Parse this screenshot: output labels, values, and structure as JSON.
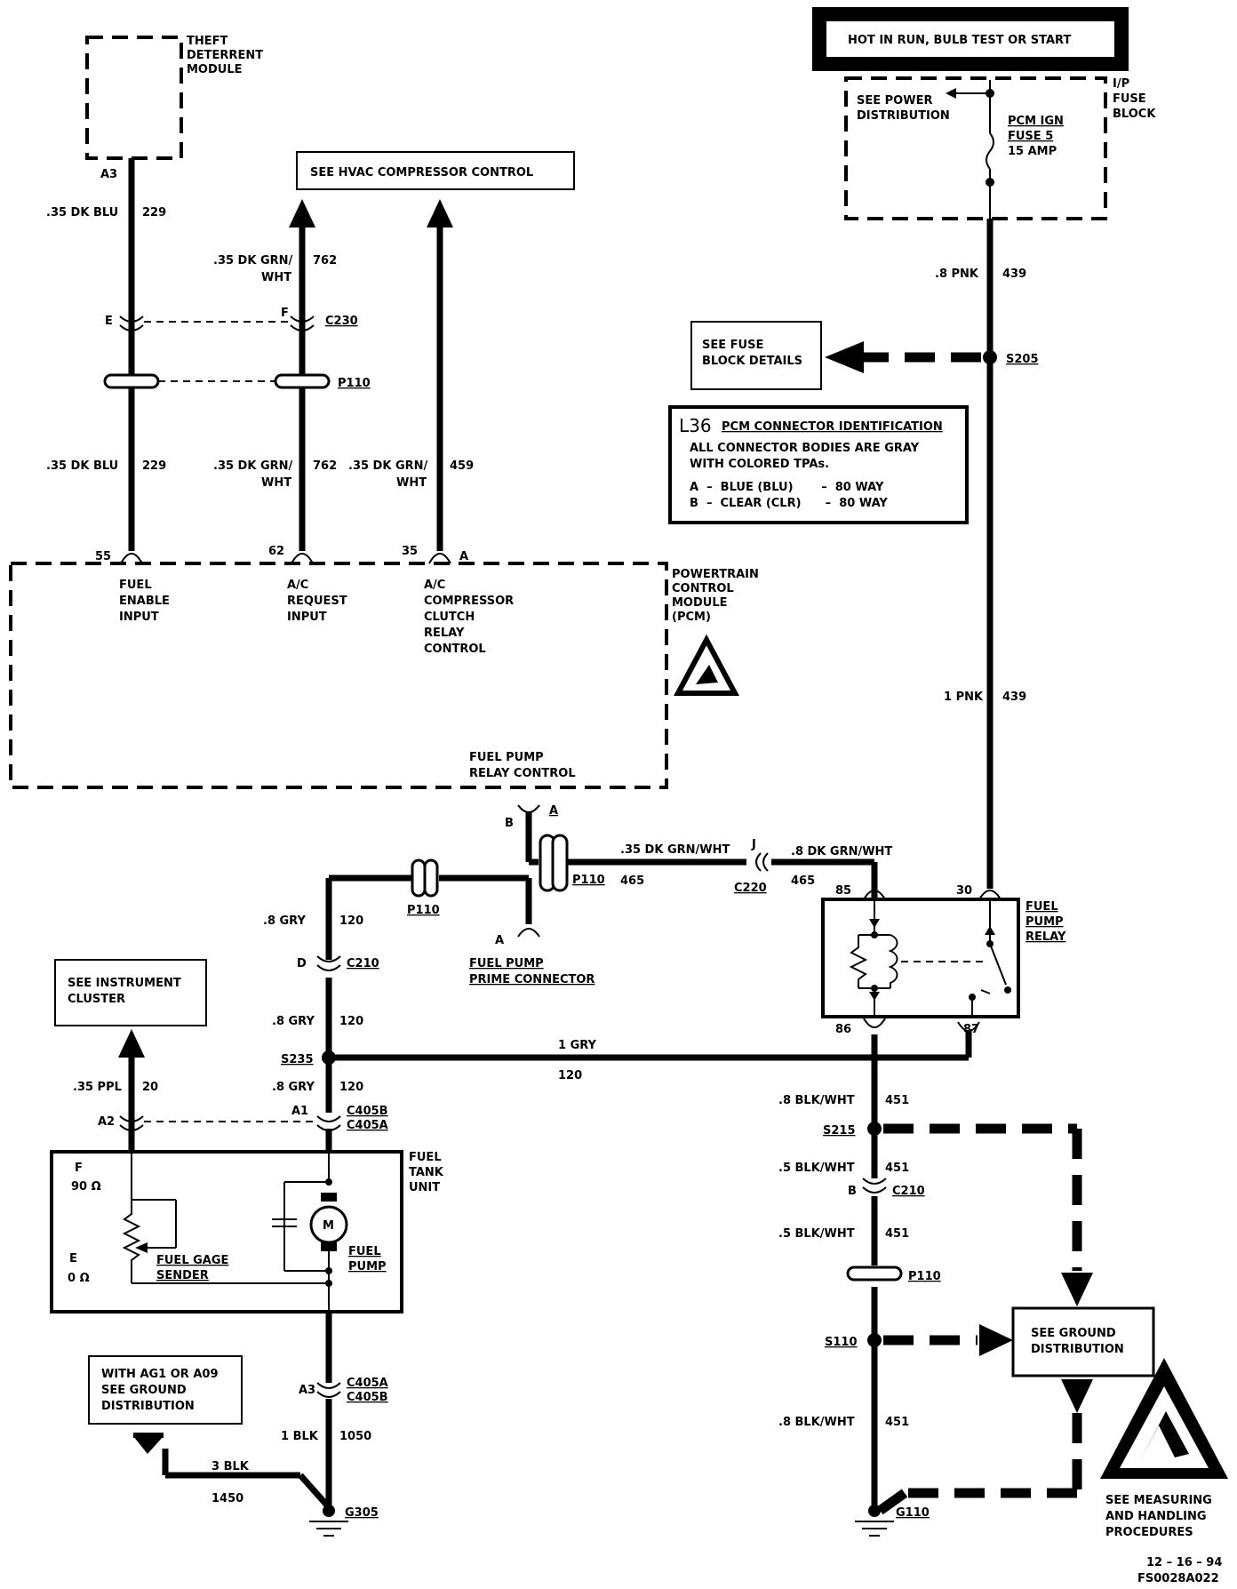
{
  "theft_module": {
    "line1": "THEFT",
    "line2": "DETERRENT",
    "line3": "MODULE",
    "pin": "A3"
  },
  "hvac_box": {
    "text": "SEE HVAC COMPRESSOR CONTROL"
  },
  "hot_banner": {
    "text": "HOT IN RUN, BULB TEST OR START"
  },
  "fuse_block": {
    "label_line1": "I/P",
    "label_line2": "FUSE",
    "label_line3": "BLOCK",
    "see_power_line1": "SEE POWER",
    "see_power_line2": "DISTRIBUTION",
    "fuse_line1": "PCM IGN",
    "fuse_line2": "FUSE 5",
    "fuse_line3": "15 AMP"
  },
  "wires": {
    "w229_top_gauge": ".35 DK BLU",
    "w229_top_num": "229",
    "w762_top_gauge_line1": ".35 DK GRN/",
    "w762_top_gauge_line2": "WHT",
    "w762_top_num": "762",
    "w229_bot_gauge": ".35 DK BLU",
    "w229_bot_num": "229",
    "w762_bot_gauge_line1": ".35 DK GRN/",
    "w762_bot_gauge_line2": "WHT",
    "w762_bot_num": "762",
    "w459_gauge_line1": ".35 DK GRN/",
    "w459_gauge_line2": "WHT",
    "w459_num": "459",
    "w439_top_gauge": ".8 PNK",
    "w439_top_num": "439",
    "w439_bot_gauge": "1 PNK",
    "w439_bot_num": "439",
    "w465_left_gauge": ".35 DK GRN/WHT",
    "w465_left_num": "465",
    "w465_right_gauge": ".8 DK GRN/WHT",
    "w465_right_num": "465",
    "w120_a_gauge": ".8 GRY",
    "w120_a_num": "120",
    "w120_b_gauge": ".8 GRY",
    "w120_b_num": "120",
    "w120_c_gauge": ".8 GRY",
    "w120_c_num": "120",
    "w120_h_gauge": "1 GRY",
    "w120_h_num": "120",
    "w20_gauge": ".35 PPL",
    "w20_num": "20",
    "w1050_gauge": "1 BLK",
    "w1050_num": "1050",
    "w1450_gauge": "3 BLK",
    "w1450_num": "1450",
    "w451_a_gauge": ".8 BLK/WHT",
    "w451_a_num": "451",
    "w451_b_gauge": ".5 BLK/WHT",
    "w451_b_num": "451",
    "w451_c_gauge": ".5 BLK/WHT",
    "w451_c_num": "451",
    "w451_d_gauge": ".8 BLK/WHT",
    "w451_d_num": "451"
  },
  "connectors": {
    "e_pin": "E",
    "f_pin": "F",
    "c230": "C230",
    "p110_top": "P110",
    "p110_mid": "P110",
    "p110_left": "P110",
    "p110_right": "P110",
    "c220": "C220",
    "c220_pin": "J",
    "c210_left": "C210",
    "c210_left_pin": "D",
    "c210_right": "C210",
    "c210_right_pin": "B",
    "c405_top_line1": "C405B",
    "c405_top_line2": "C405A",
    "c405_top_pin": "A1",
    "c405_bot_line1": "C405A",
    "c405_bot_line2": "C405B",
    "c405_bot_pin": "A3",
    "a2_pin": "A2",
    "relay_ctrl_pin_b": "B",
    "relay_ctrl_pin_a": "A",
    "prime_pin": "A"
  },
  "splices": {
    "s205": "S205",
    "s235": "S235",
    "s215": "S215",
    "s110": "S110"
  },
  "grounds": {
    "g305": "G305",
    "g110": "G110"
  },
  "see_fuse_box": {
    "line1": "SEE FUSE",
    "line2": "BLOCK DETAILS"
  },
  "l36_box": {
    "code": "L36",
    "title": "PCM CONNECTOR IDENTIFICATION",
    "line1": "ALL CONNECTOR BODIES ARE GRAY",
    "line2": "WITH COLORED TPAs.",
    "row_a": "A  –  BLUE (BLU)       –  80 WAY",
    "row_b": "B  –  CLEAR (CLR)      –  80 WAY"
  },
  "pcm": {
    "label_line1": "POWERTRAIN",
    "label_line2": "CONTROL",
    "label_line3": "MODULE",
    "label_line4": "(PCM)",
    "pin_fuel": "55",
    "pin_ac": "62",
    "pin_clutch": "35",
    "pin_clutch_conn": "A",
    "fuel_line1": "FUEL",
    "fuel_line2": "ENABLE",
    "fuel_line3": "INPUT",
    "ac_line1": "A/C",
    "ac_line2": "REQUEST",
    "ac_line3": "INPUT",
    "clutch_line1": "A/C",
    "clutch_line2": "COMPRESSOR",
    "clutch_line3": "CLUTCH",
    "clutch_line4": "RELAY",
    "clutch_line5": "CONTROL",
    "relay_line1": "FUEL PUMP",
    "relay_line2": "RELAY CONTROL"
  },
  "relay": {
    "label_line1": "FUEL",
    "label_line2": "PUMP",
    "label_line3": "RELAY",
    "pin85": "85",
    "pin30": "30",
    "pin86": "86",
    "pin87": "87"
  },
  "prime_connector": {
    "line1": "FUEL PUMP",
    "line2": "PRIME CONNECTOR"
  },
  "instrument_box": {
    "line1": "SEE INSTRUMENT",
    "line2": "CLUSTER"
  },
  "tank_unit": {
    "label_line1": "FUEL",
    "label_line2": "TANK",
    "label_line3": "UNIT",
    "f_label": "F",
    "f_ohm": "90 Ω",
    "e_label": "E",
    "e_ohm": "0 Ω",
    "sender_line1": "FUEL GAGE",
    "sender_line2": "SENDER",
    "pump_line1": "FUEL",
    "pump_line2": "PUMP",
    "motor": "M"
  },
  "ground_dist_left": {
    "line1": "WITH AG1 OR A09",
    "line2": "SEE GROUND",
    "line3": "DISTRIBUTION"
  },
  "ground_dist_right": {
    "line1": "SEE GROUND",
    "line2": "DISTRIBUTION"
  },
  "esd_note": {
    "line1": "SEE MEASURING",
    "line2": "AND HANDLING",
    "line3": "PROCEDURES"
  },
  "footer": {
    "date": "12 – 16 – 94",
    "code": "FS0028A022"
  }
}
